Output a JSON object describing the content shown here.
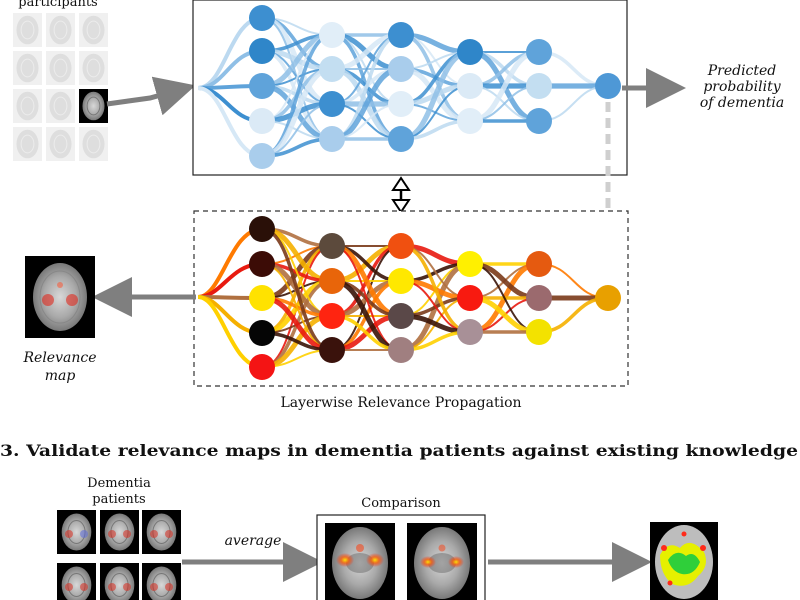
{
  "top": {
    "participants_label": "participants",
    "predicted_line1": "Predicted",
    "predicted_line2": "probability",
    "predicted_line3": "of dementia"
  },
  "lrp": {
    "relevance_line1": "Relevance",
    "relevance_line2": "map",
    "box_caption": "Layerwise Relevance Propagation"
  },
  "section3": {
    "heading": "3. Validate relevance maps in dementia patients against existing knowledge",
    "dementia_line1": "Dementia",
    "dementia_line2": "patients",
    "average_label": "average",
    "comparison_label": "Comparison"
  },
  "colors": {
    "arrow_gray": "#7f7f7f",
    "blue_dark": "#2f86c9",
    "blue_mid": "#68a9dc",
    "blue_light": "#c6e0f3",
    "lrp_red": "#ee1c1c",
    "lrp_yellow": "#ffe200",
    "lrp_dark": "#2a120a"
  }
}
